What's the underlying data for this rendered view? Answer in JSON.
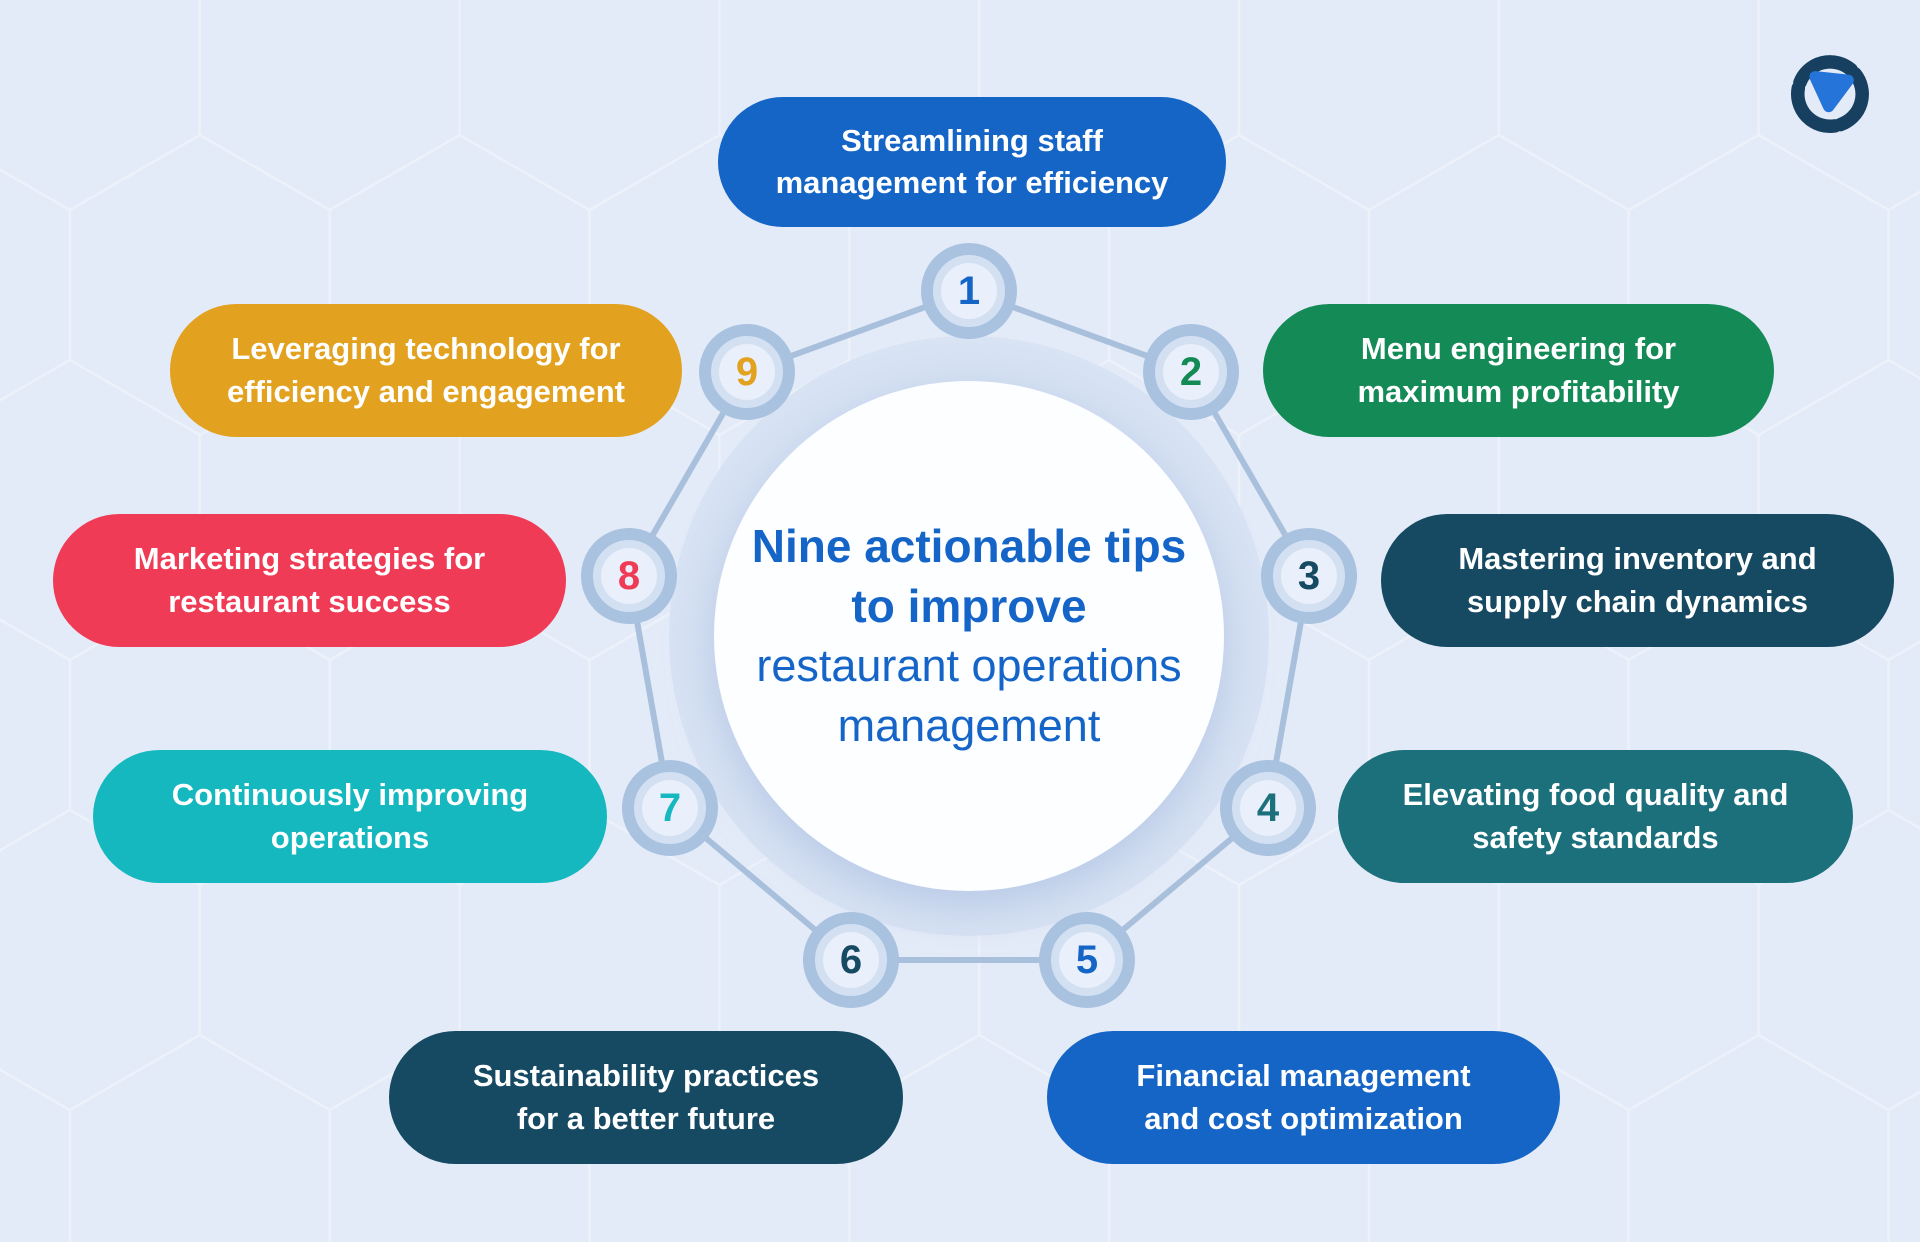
{
  "background_color": "#e4ebf8",
  "center": {
    "title_bold": "Nine actionable tips to improve",
    "title_regular": "restaurant operations management",
    "title_color": "#1565c8"
  },
  "tips": [
    {
      "number": "1",
      "label": "Streamlining staff\nmanagement for efficiency",
      "color": "#1565c6"
    },
    {
      "number": "2",
      "label": "Menu engineering for\nmaximum profitability",
      "color": "#148a56"
    },
    {
      "number": "3",
      "label": "Mastering inventory and\nsupply chain dynamics",
      "color": "#164a62"
    },
    {
      "number": "4",
      "label": "Elevating food quality and\nsafety standards",
      "color": "#1b707c"
    },
    {
      "number": "5",
      "label": "Financial management\nand cost optimization",
      "color": "#1565c6"
    },
    {
      "number": "6",
      "label": "Sustainability practices\nfor a better future",
      "color": "#164a62"
    },
    {
      "number": "7",
      "label": "Continuously improving\noperations",
      "color": "#16b8bf"
    },
    {
      "number": "8",
      "label": "Marketing strategies for\nrestaurant success",
      "color": "#ef3b55"
    },
    {
      "number": "9",
      "label": "Leveraging technology for\nefficiency and engagement",
      "color": "#e2a11e"
    }
  ],
  "diagram_colors": {
    "connector_line": "#a9c0dc",
    "node_ring_outer": "#a9c2e0",
    "node_ring_mid": "#d2e0f2",
    "node_fill": "#e9effb",
    "center_ring": "#d8e3f4",
    "center_fill": "#fdfeff",
    "logo_navy": "#173f5f",
    "logo_blue": "#2474da"
  }
}
